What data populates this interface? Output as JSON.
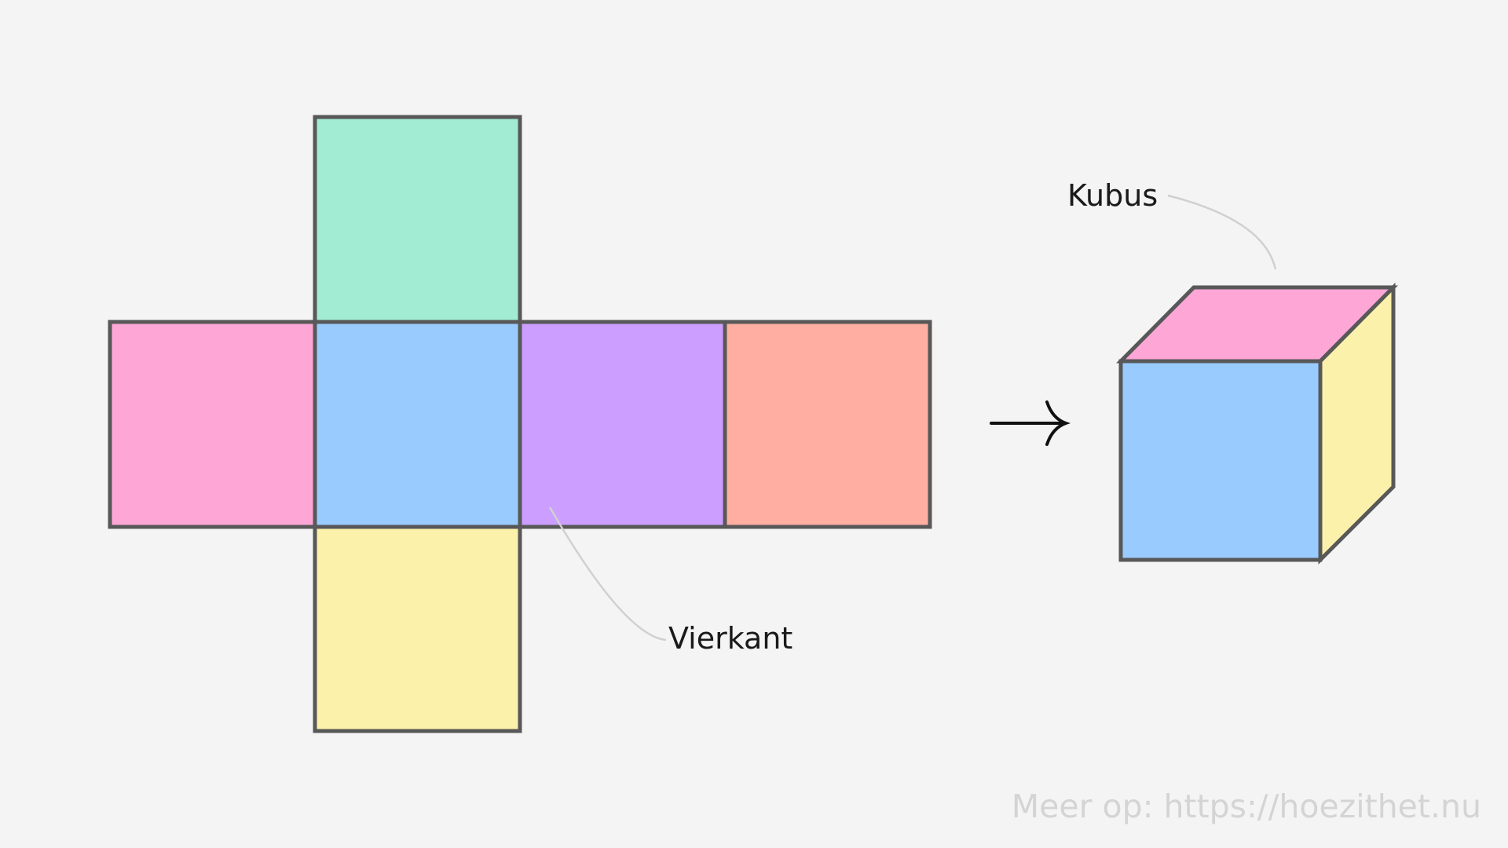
{
  "diagram": {
    "net": {
      "faces": [
        {
          "name": "net-face-top",
          "color": "#a1ecd2"
        },
        {
          "name": "net-face-left",
          "color": "#fea6d6"
        },
        {
          "name": "net-face-center",
          "color": "#99cbff"
        },
        {
          "name": "net-face-right",
          "color": "#cb9eff"
        },
        {
          "name": "net-face-far-right",
          "color": "#ffaea1"
        },
        {
          "name": "net-face-bottom",
          "color": "#fbf1aa"
        }
      ],
      "label": "Vierkant"
    },
    "arrow": {
      "symbol": "right-arrow-icon"
    },
    "cube": {
      "faces": {
        "top": "#fea6d6",
        "front": "#99cbff",
        "side": "#fbf1aa"
      },
      "label": "Kubus"
    },
    "outline_color": "#585858"
  },
  "footer": {
    "source": "Meer op: https://hoezithet.nu"
  }
}
